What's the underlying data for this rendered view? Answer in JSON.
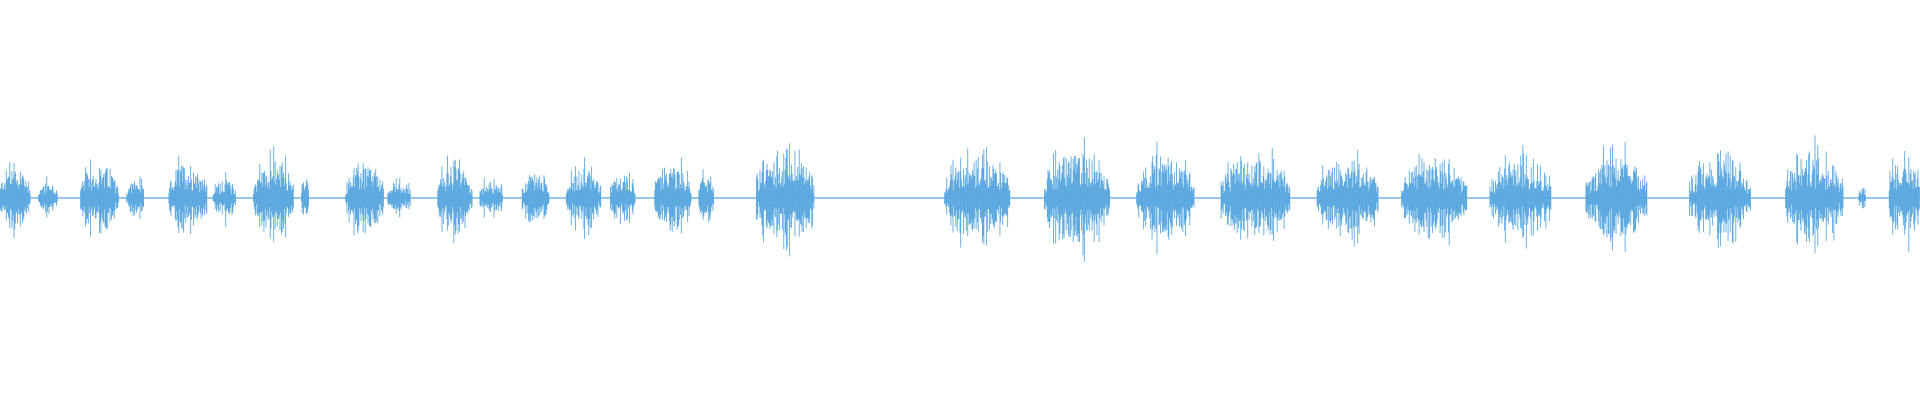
{
  "waveform": {
    "color": "#5BA8E0",
    "baseline_color": "#5BA8E0",
    "background": "#FFFFFF",
    "segments": [
      {
        "start": 0.0,
        "end": 0.016,
        "amp": 0.16
      },
      {
        "start": 0.02,
        "end": 0.03,
        "amp": 0.08
      },
      {
        "start": 0.042,
        "end": 0.062,
        "amp": 0.16
      },
      {
        "start": 0.066,
        "end": 0.075,
        "amp": 0.09
      },
      {
        "start": 0.088,
        "end": 0.108,
        "amp": 0.17
      },
      {
        "start": 0.111,
        "end": 0.123,
        "amp": 0.1
      },
      {
        "start": 0.132,
        "end": 0.153,
        "amp": 0.18
      },
      {
        "start": 0.157,
        "end": 0.161,
        "amp": 0.1
      },
      {
        "start": 0.18,
        "end": 0.2,
        "amp": 0.16
      },
      {
        "start": 0.202,
        "end": 0.214,
        "amp": 0.09
      },
      {
        "start": 0.228,
        "end": 0.246,
        "amp": 0.17
      },
      {
        "start": 0.25,
        "end": 0.262,
        "amp": 0.09
      },
      {
        "start": 0.272,
        "end": 0.286,
        "amp": 0.13
      },
      {
        "start": 0.295,
        "end": 0.313,
        "amp": 0.14
      },
      {
        "start": 0.318,
        "end": 0.331,
        "amp": 0.12
      },
      {
        "start": 0.341,
        "end": 0.36,
        "amp": 0.16
      },
      {
        "start": 0.364,
        "end": 0.372,
        "amp": 0.12
      },
      {
        "start": 0.394,
        "end": 0.424,
        "amp": 0.22
      },
      {
        "start": 0.492,
        "end": 0.526,
        "amp": 0.2
      },
      {
        "start": 0.544,
        "end": 0.578,
        "amp": 0.22
      },
      {
        "start": 0.592,
        "end": 0.622,
        "amp": 0.21
      },
      {
        "start": 0.636,
        "end": 0.672,
        "amp": 0.2
      },
      {
        "start": 0.686,
        "end": 0.718,
        "amp": 0.18
      },
      {
        "start": 0.73,
        "end": 0.764,
        "amp": 0.19
      },
      {
        "start": 0.776,
        "end": 0.808,
        "amp": 0.18
      },
      {
        "start": 0.826,
        "end": 0.858,
        "amp": 0.2
      },
      {
        "start": 0.88,
        "end": 0.912,
        "amp": 0.17
      },
      {
        "start": 0.93,
        "end": 0.96,
        "amp": 0.21
      },
      {
        "start": 0.968,
        "end": 0.972,
        "amp": 0.06
      },
      {
        "start": 0.984,
        "end": 1.0,
        "amp": 0.21
      }
    ]
  }
}
